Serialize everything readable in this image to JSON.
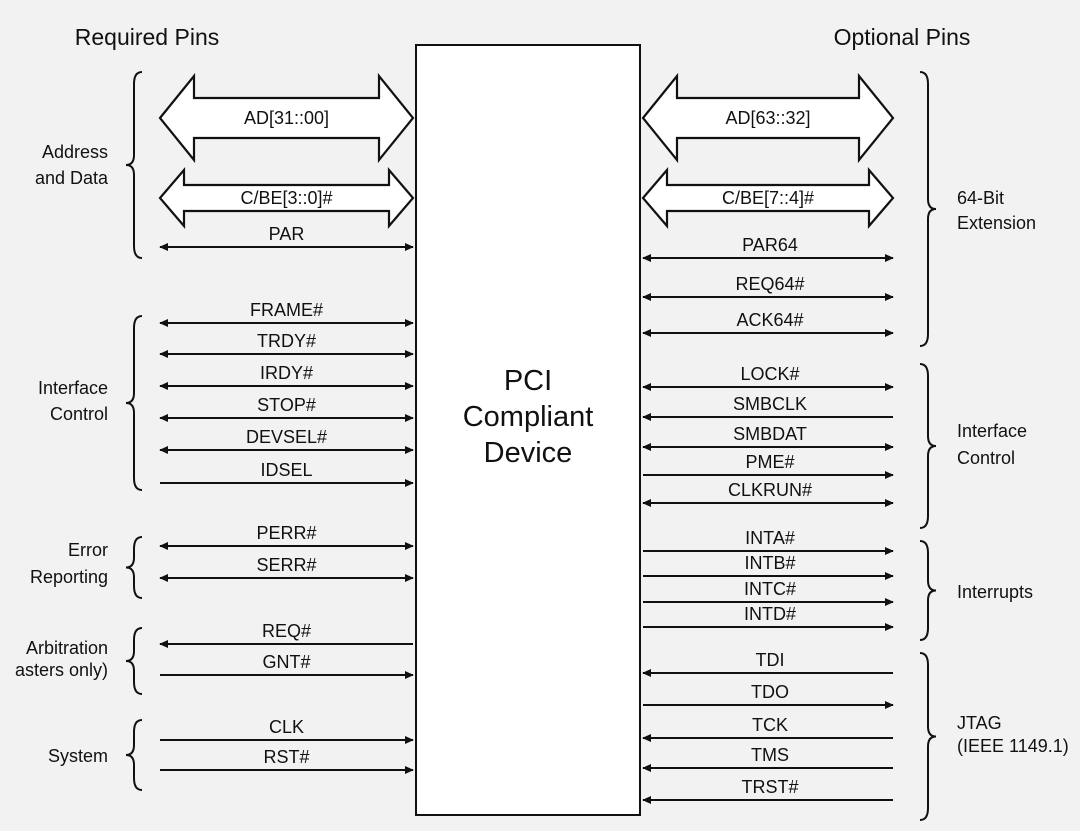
{
  "headers": {
    "required": "Required Pins",
    "optional": "Optional Pins"
  },
  "device": {
    "line1": "PCI",
    "line2": "Compliant",
    "line3": "Device"
  },
  "left_groups": [
    {
      "key": "address",
      "lines": [
        "Address",
        "and Data"
      ]
    },
    {
      "key": "interface",
      "lines": [
        "Interface",
        "Control"
      ]
    },
    {
      "key": "error",
      "lines": [
        "Error",
        "Reporting"
      ]
    },
    {
      "key": "arbitration",
      "lines": [
        "Arbitration",
        "asters only)"
      ]
    },
    {
      "key": "system",
      "lines": [
        "System"
      ]
    }
  ],
  "right_groups": [
    {
      "key": "ext64",
      "lines": [
        "64-Bit",
        "Extension"
      ]
    },
    {
      "key": "interface",
      "lines": [
        "Interface",
        "Control"
      ]
    },
    {
      "key": "interrupts",
      "lines": [
        "Interrupts"
      ]
    },
    {
      "key": "jtag",
      "lines": [
        "JTAG",
        "(IEEE 1149.1)"
      ]
    }
  ],
  "left_buses": [
    {
      "label": "AD[31::00]"
    },
    {
      "label": "C/BE[3::0]#"
    }
  ],
  "right_buses": [
    {
      "label": "AD[63::32]"
    },
    {
      "label": "C/BE[7::4]#"
    }
  ],
  "left_signals": [
    {
      "name": "PAR",
      "dir": "bidir"
    },
    {
      "name": "FRAME#",
      "dir": "bidir"
    },
    {
      "name": "TRDY#",
      "dir": "bidir"
    },
    {
      "name": "IRDY#",
      "dir": "bidir"
    },
    {
      "name": "STOP#",
      "dir": "bidir"
    },
    {
      "name": "DEVSEL#",
      "dir": "bidir"
    },
    {
      "name": "IDSEL",
      "dir": "in"
    },
    {
      "name": "PERR#",
      "dir": "bidir"
    },
    {
      "name": "SERR#",
      "dir": "bidir"
    },
    {
      "name": "REQ#",
      "dir": "out"
    },
    {
      "name": "GNT#",
      "dir": "in"
    },
    {
      "name": "CLK",
      "dir": "in"
    },
    {
      "name": "RST#",
      "dir": "in"
    }
  ],
  "right_signals": [
    {
      "name": "PAR64",
      "dir": "bidir"
    },
    {
      "name": "REQ64#",
      "dir": "bidir"
    },
    {
      "name": "ACK64#",
      "dir": "bidir"
    },
    {
      "name": "LOCK#",
      "dir": "bidir"
    },
    {
      "name": "SMBCLK",
      "dir": "in"
    },
    {
      "name": "SMBDAT",
      "dir": "bidir"
    },
    {
      "name": "PME#",
      "dir": "out"
    },
    {
      "name": "CLKRUN#",
      "dir": "bidir"
    },
    {
      "name": "INTA#",
      "dir": "out"
    },
    {
      "name": "INTB#",
      "dir": "out"
    },
    {
      "name": "INTC#",
      "dir": "out"
    },
    {
      "name": "INTD#",
      "dir": "out"
    },
    {
      "name": "TDI",
      "dir": "in"
    },
    {
      "name": "TDO",
      "dir": "out"
    },
    {
      "name": "TCK",
      "dir": "in"
    },
    {
      "name": "TMS",
      "dir": "in"
    },
    {
      "name": "TRST#",
      "dir": "in"
    }
  ]
}
